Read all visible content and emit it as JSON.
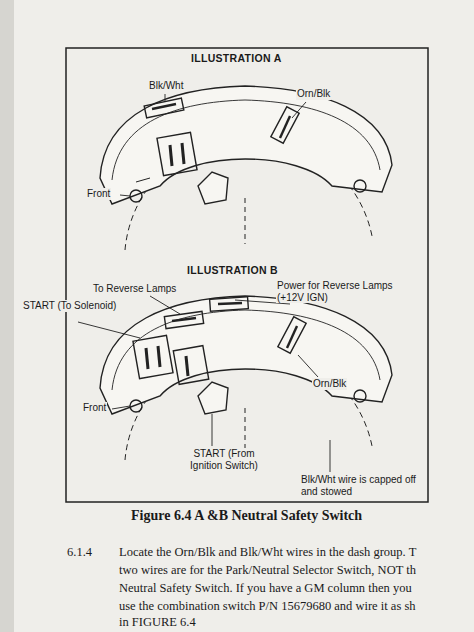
{
  "diagram": {
    "caption": "Figure 6.4 A &B Neutral Safety Switch",
    "labels": [
      "ILLUSTRATION A",
      "Blk/Wht",
      "Orn/Blk",
      "Front",
      "ILLUSTRATION B",
      "To Reverse Lamps",
      "Power for Reverse Lamps (+12V IGN)",
      "START (To Solenoid)",
      "Orn/Blk",
      "Front",
      "START (From Ignition Switch)",
      "Blk/Wht wire is capped off and stowed",
      "6.1.4",
      "Locate the Orn/Blk and Blk/Wht wires in the dash group. T",
      "two wires are for the Park/Neutral Selector Switch, NOT th",
      "Neutral Safety Switch.  If you have a GM column then you",
      "use the combination switch P/N 15679680 and wire it as sh",
      "in FIGURE 6.4"
    ]
  }
}
